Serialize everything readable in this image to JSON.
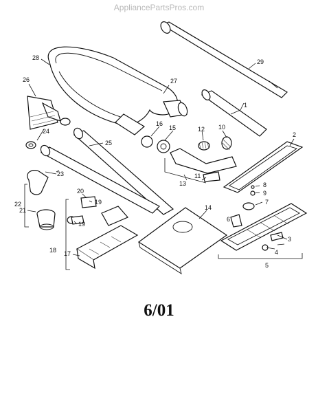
{
  "header": {
    "watermark": "AppliancePartsPros.com"
  },
  "footer": {
    "date_code": "6/01"
  },
  "diagram": {
    "callouts": [
      "1",
      "2",
      "3",
      "4",
      "5",
      "6",
      "7",
      "8",
      "9",
      "10",
      "11",
      "12",
      "13",
      "14",
      "15",
      "16",
      "17",
      "18",
      "19",
      "19",
      "20",
      "21",
      "22",
      "23",
      "24",
      "25",
      "26",
      "27",
      "28",
      "29"
    ]
  }
}
